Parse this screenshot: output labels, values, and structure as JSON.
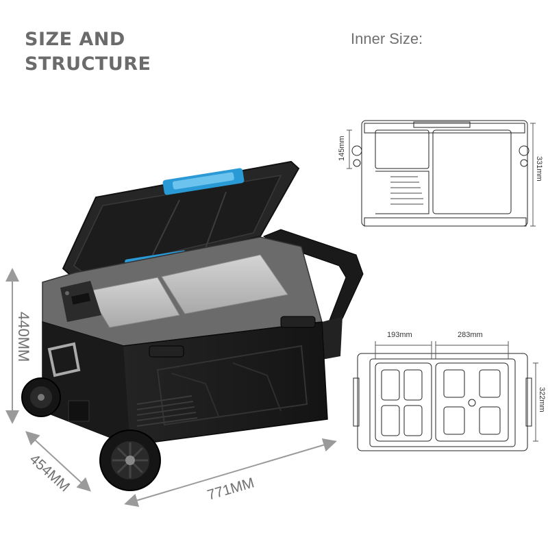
{
  "heading": {
    "line1": "SIZE AND",
    "line2": "STRUCTURE"
  },
  "inner_size_label": "Inner Size:",
  "outer_dimensions": {
    "height": "440MM",
    "depth": "454MM",
    "length": "771MM"
  },
  "side_view_dimensions": {
    "compartment_height": "145mm",
    "total_inner_height": "331mm"
  },
  "top_view_dimensions": {
    "left_compartment_width": "193mm",
    "right_compartment_width": "283mm",
    "inner_depth": "322mm"
  },
  "colors": {
    "heading": "#6b6b6b",
    "body_dark": "#1e1e1e",
    "body_gray": "#6e6e6e",
    "lid_hinge_blue": "#2a9ad6",
    "arrow": "#9a9a9a"
  }
}
